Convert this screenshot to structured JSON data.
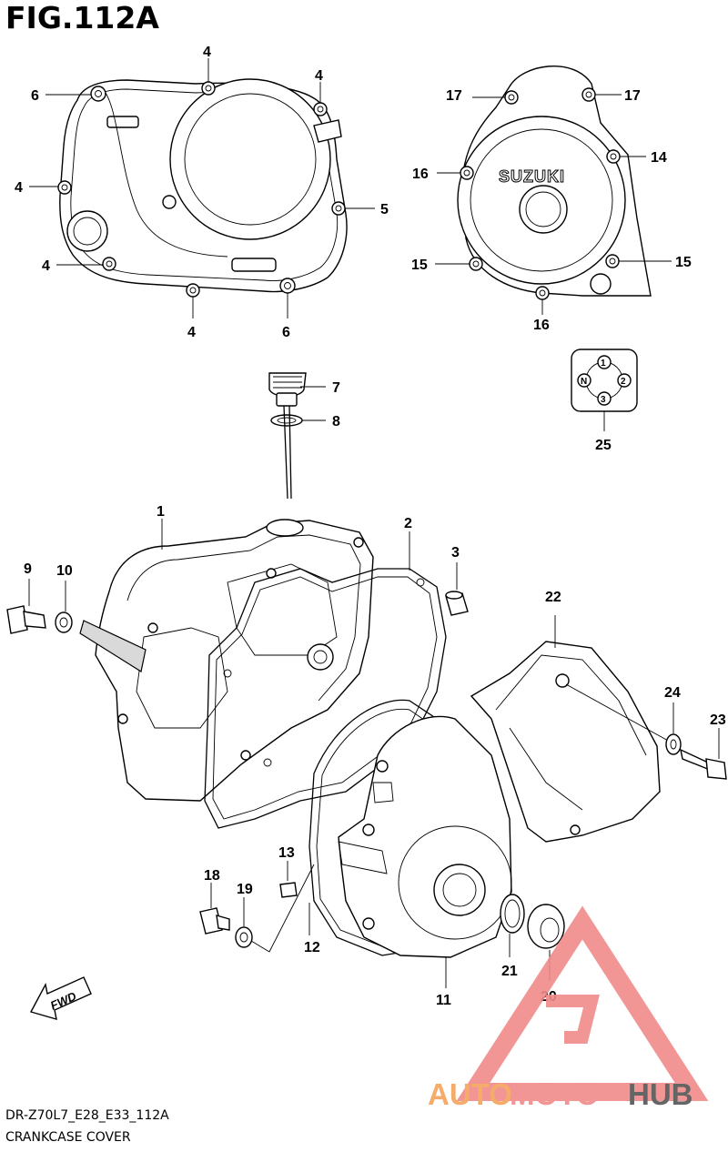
{
  "figure": {
    "title": "FIG.112A",
    "code": "DR-Z70L7_E28_E33_112A",
    "name": "CRANKCASE COVER"
  },
  "clutch_cover_labels": [
    "6",
    "4",
    "4",
    "4",
    "5",
    "4",
    "4",
    "6"
  ],
  "magneto_cover_labels": [
    "17",
    "17",
    "16",
    "14",
    "15",
    "15",
    "16"
  ],
  "magneto_cover_logo": "SUZUKI",
  "gear_indicator": {
    "label": "25",
    "positions": [
      "1",
      "N",
      "2",
      "3"
    ]
  },
  "parts": [
    "1",
    "2",
    "3",
    "7",
    "8",
    "9",
    "10",
    "11",
    "12",
    "13",
    "18",
    "19",
    "20",
    "21",
    "22",
    "23",
    "24"
  ],
  "fwd_label": "FWD",
  "watermark": {
    "part1": "AUTO",
    "part2": "MOTO",
    "part3": "HUB",
    "color1": "#f5a25a",
    "color2": "#f08a8a",
    "color3": "#555555"
  }
}
